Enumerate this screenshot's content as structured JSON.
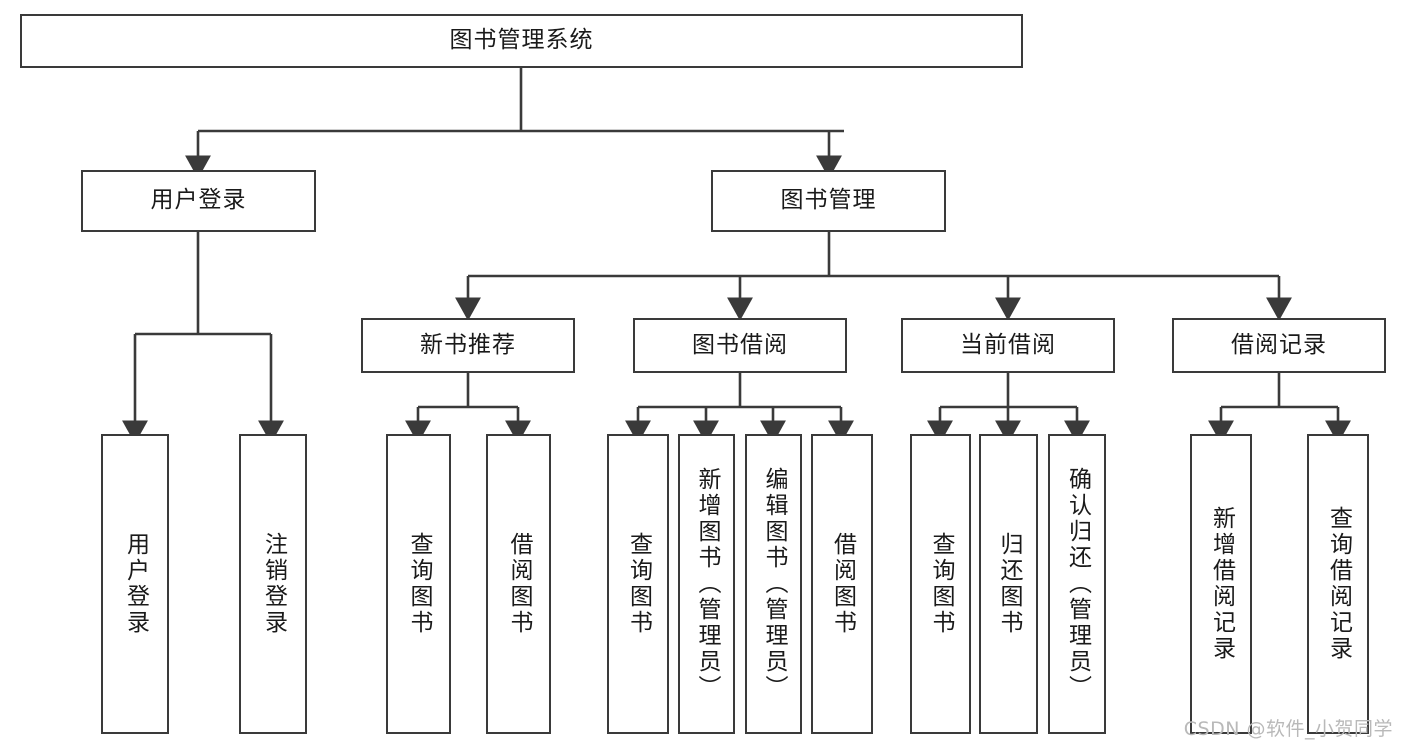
{
  "diagram": {
    "type": "tree",
    "title": "图书管理系统",
    "root": {
      "label": "图书管理系统"
    },
    "level2": [
      {
        "label": "用户登录"
      },
      {
        "label": "图书管理"
      }
    ],
    "level3": [
      {
        "label": "新书推荐"
      },
      {
        "label": "图书借阅"
      },
      {
        "label": "当前借阅"
      },
      {
        "label": "借阅记录"
      }
    ],
    "leaves": {
      "user_login": [
        {
          "label": "用户登录"
        },
        {
          "label": "注销登录"
        }
      ],
      "new_book_recommend": [
        {
          "label": "查询图书"
        },
        {
          "label": "借阅图书"
        }
      ],
      "book_borrow": [
        {
          "label": "查询图书"
        },
        {
          "label": "新增图书（管理员）"
        },
        {
          "label": "编辑图书（管理员）"
        },
        {
          "label": "借阅图书"
        }
      ],
      "current_borrow": [
        {
          "label": "查询图书"
        },
        {
          "label": "归还图书"
        },
        {
          "label": "确认归还（管理员）"
        }
      ],
      "borrow_record": [
        {
          "label": "新增借阅记录"
        },
        {
          "label": "查询借阅记录"
        }
      ]
    },
    "colors": {
      "stroke": "#3a3a3a",
      "fill": "#ffffff",
      "text": "#1a1a1a",
      "watermark": "#b9b9b9"
    }
  },
  "watermark": {
    "text": "CSDN @软件_小贺同学"
  }
}
